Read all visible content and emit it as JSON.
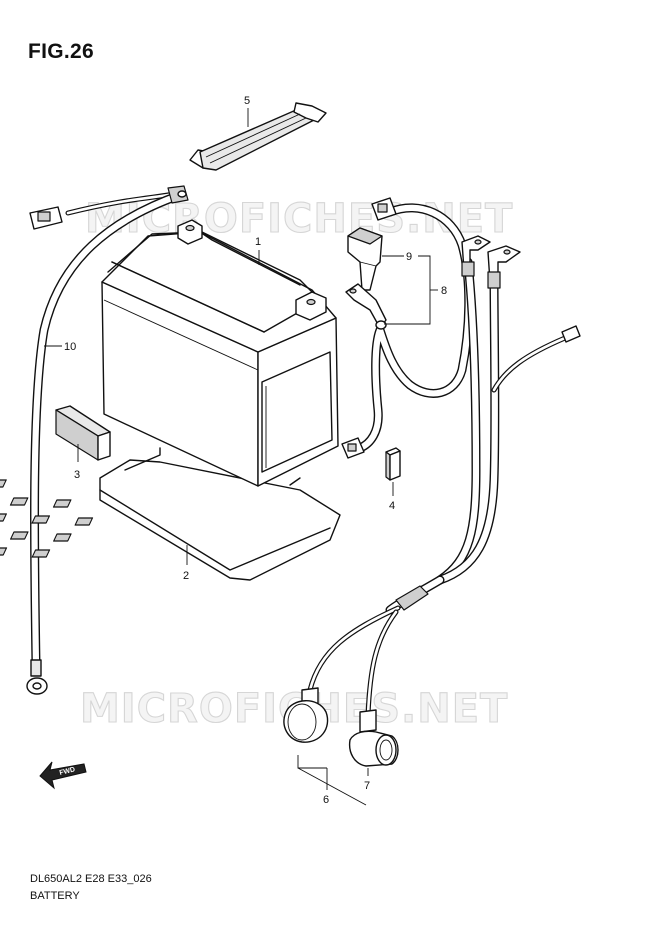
{
  "figure": {
    "title": "FIG.26",
    "model_code": "DL650AL2 E28 E33_026",
    "section_name": "BATTERY"
  },
  "watermark": "MICROFICHES.NET",
  "direction_marker": "FWD",
  "callouts": [
    "1",
    "2",
    "3",
    "4",
    "5",
    "6",
    "7",
    "8",
    "9",
    "10"
  ]
}
